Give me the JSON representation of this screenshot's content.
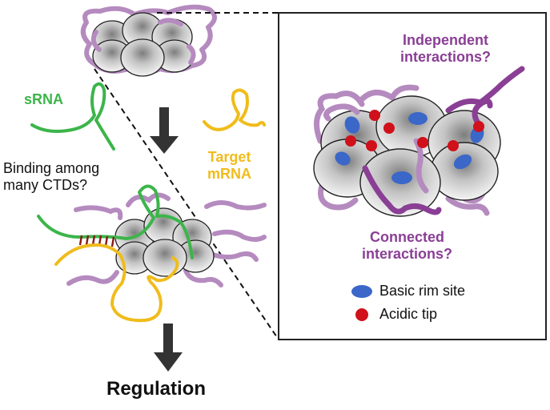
{
  "labels": {
    "srna": "sRNA",
    "binding_line1": "Binding among",
    "binding_line2": "many CTDs?",
    "target_line1": "Target",
    "target_line2": "mRNA",
    "regulation": "Regulation",
    "independent_line1": "Independent",
    "independent_line2": "interactions?",
    "connected_line1": "Connected",
    "connected_line2": "interactions?"
  },
  "legend": {
    "items": [
      {
        "label": "Basic rim site",
        "color": "#3b67c9",
        "shape": "ellipse"
      },
      {
        "label": "Acidic tip",
        "color": "#d0101a",
        "shape": "circle"
      }
    ]
  },
  "colors": {
    "srna": "#3cb54a",
    "mrna": "#f0bc1c",
    "ctd_light": "#b58bbf",
    "ctd_dark": "#8a3f95",
    "purple_text": "#8a3f95",
    "arrow": "#333333",
    "pairing": "#8b1a1a"
  }
}
